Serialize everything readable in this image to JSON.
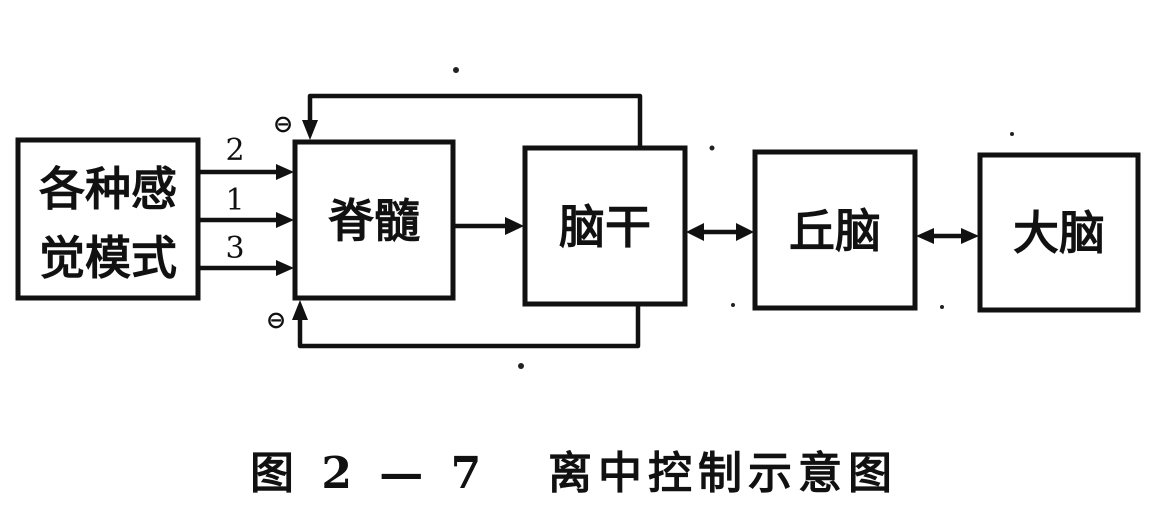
{
  "diagram": {
    "nodes": {
      "sensory": {
        "line1": "各种感",
        "line2": "觉模式"
      },
      "spinal": {
        "label": "脊髓"
      },
      "brainstem": {
        "label": "脑干"
      },
      "thalamus": {
        "label": "丘脑"
      },
      "cerebrum": {
        "label": "大脑"
      }
    },
    "inputs": {
      "top": "2",
      "middle": "1",
      "bottom": "3"
    },
    "feedback": {
      "top_symbol": "⊖",
      "bottom_symbol": "⊖"
    }
  },
  "caption": {
    "figure": "图 2 — 7",
    "title": "离中控制示意图"
  }
}
